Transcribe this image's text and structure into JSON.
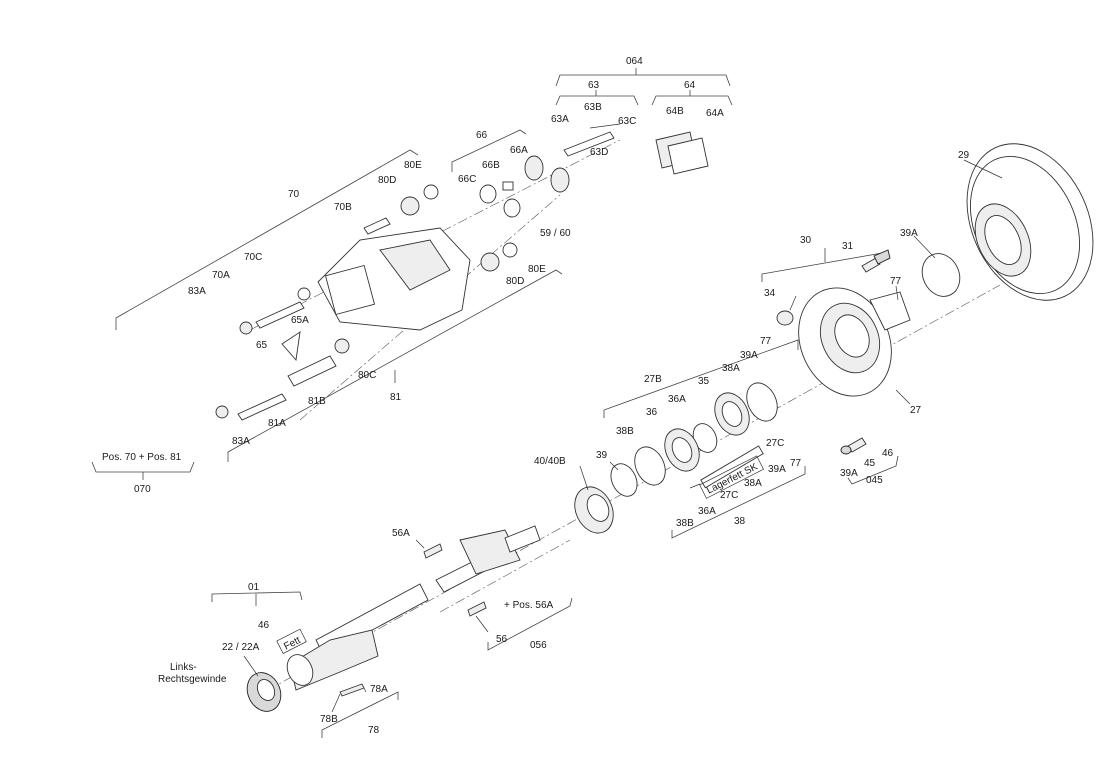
{
  "labels": {
    "g064": "064",
    "g63": "63",
    "g64": "64",
    "p63A": "63A",
    "p63B": "63B",
    "p63C": "63C",
    "p63D": "63D",
    "p64A": "64A",
    "p64B": "64B",
    "g66": "66",
    "p66A": "66A",
    "p66B": "66B",
    "p66C": "66C",
    "p80E_top": "80E",
    "p80D_top": "80D",
    "g70": "70",
    "p70B": "70B",
    "p70C": "70C",
    "p70A": "70A",
    "p83A_top": "83A",
    "p65A": "65A",
    "p65": "65",
    "p59_60": "59 / 60",
    "p80E_mid": "80E",
    "p80D_mid": "80D",
    "p80C": "80C",
    "p81B": "81B",
    "p81A": "81A",
    "g81": "81",
    "p83A_bot": "83A",
    "pos_box": "Pos. 70 + Pos. 81",
    "g070": "070",
    "p29": "29",
    "g30": "30",
    "p31": "31",
    "p39A_top": "39A",
    "p34": "34",
    "p77_top": "77",
    "p27": "27",
    "p77_mid": "77",
    "p39A_mid": "39A",
    "p27B": "27B",
    "p35": "35",
    "p38A_top": "38A",
    "p36": "36",
    "p36A_top": "36A",
    "p38B_top": "38B",
    "p27C_top": "27C",
    "lagerfett": "Lagerfett SK",
    "p39A_low": "39A",
    "p77_low": "77",
    "p38A_low": "38A",
    "p27C_low": "27C",
    "p36A_low": "36A",
    "p38B_low": "38B",
    "g38": "38",
    "p39A_right": "39A",
    "p45": "45",
    "p46_right": "46",
    "g045": "045",
    "p40_40B": "40/40B",
    "p39": "39",
    "p56A": "56A",
    "pos56A": "+ Pos. 56A",
    "p56": "56",
    "g056": "056",
    "g01": "01",
    "p46_left": "46",
    "fett": "Fett",
    "p22_22A": "22 / 22A",
    "links1": "Links-",
    "links2": "Rechtsgewinde",
    "p78A": "78A",
    "p78B": "78B",
    "g78": "78"
  }
}
